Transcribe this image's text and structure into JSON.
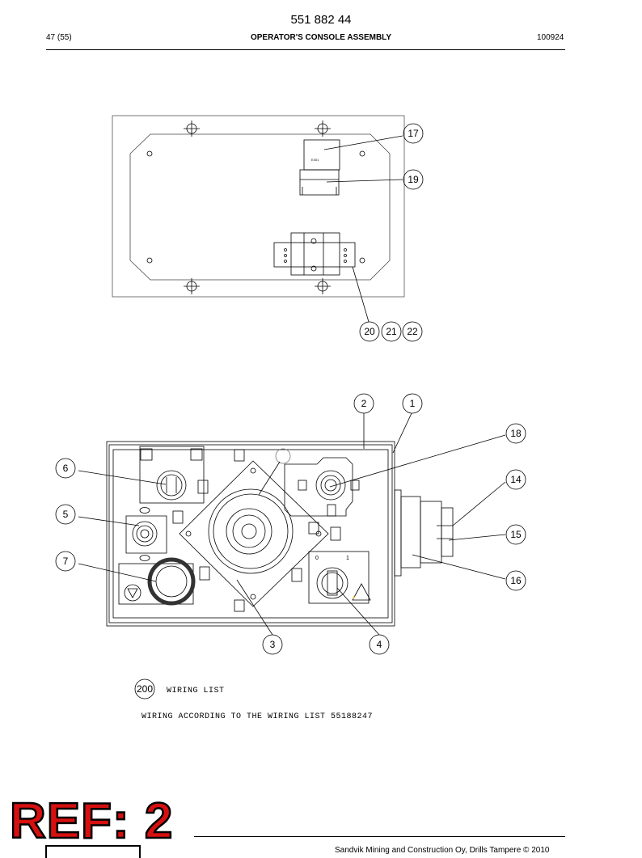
{
  "header": {
    "doc_number": "551 882 44",
    "page": "47 (55)",
    "title": "OPERATOR'S CONSOLE ASSEMBLY",
    "date": "100924"
  },
  "rear_view": {
    "item_labels": [
      "17",
      "19",
      "20",
      "21",
      "22"
    ],
    "component_marking": "E401"
  },
  "front_view": {
    "item_labels": [
      "2",
      "1",
      "18",
      "6",
      "14",
      "5",
      "15",
      "7",
      "16",
      "3",
      "4"
    ],
    "switch_scale": [
      "0",
      "1"
    ]
  },
  "wiring": {
    "item": "200",
    "label": "WIRING LIST",
    "note": "WIRING ACCORDING TO THE WIRING LIST 55188247"
  },
  "footer": {
    "stamp": "REF: 2",
    "copyright": "Sandvik Mining and Construction Oy, Drills Tampere © 2010"
  },
  "colors": {
    "stamp": "#d61010",
    "ink": "#000000"
  }
}
